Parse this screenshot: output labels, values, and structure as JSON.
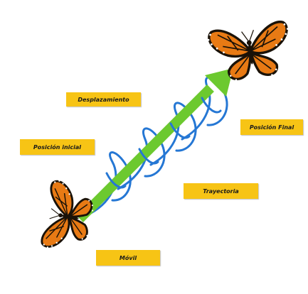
{
  "labels": {
    "desplazamiento": "Desplazamiento",
    "posicion_inicial": "Posición inicial",
    "posicion_final": "Posición Final",
    "trayectoria": "Trayectoria",
    "movil": "Móvil"
  },
  "colors": {
    "arrow": "#6cc92f",
    "spiral": "#2577d4",
    "label_bg": "#f7c415",
    "wing_orange": "#e87a14",
    "wing_black": "#1a1208"
  },
  "icons": [
    "butterfly-icon"
  ]
}
